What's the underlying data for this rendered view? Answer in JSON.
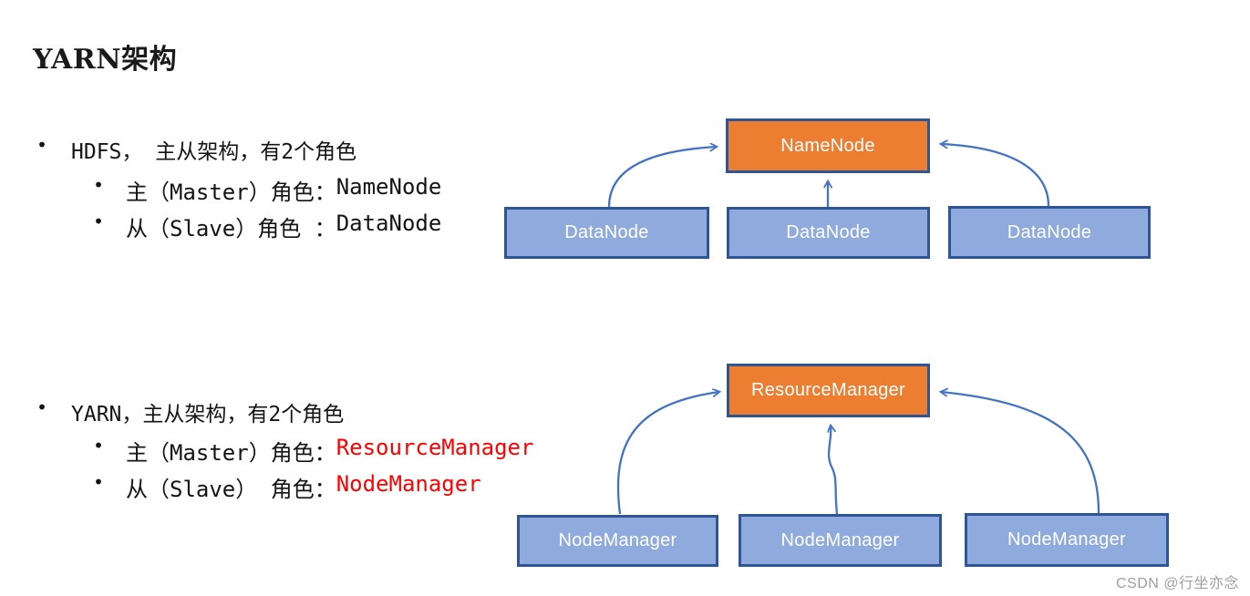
{
  "title": "YARN架构",
  "bullet_char": "•",
  "bullets": [
    {
      "text": "HDFS， 主从架构，有2个角色",
      "children": [
        {
          "prefix": "主（Master）角色：",
          "value": "NameNode",
          "value_style": "color:#141414"
        },
        {
          "prefix": "从（Slave）角色 ：",
          "value": "DataNode",
          "value_style": "color:#141414"
        }
      ]
    },
    {
      "text": "YARN，主从架构，有2个角色",
      "children": [
        {
          "prefix": "主（Master）角色：",
          "value": "ResourceManager",
          "value_style": "color:#FF0000"
        },
        {
          "prefix": "从（Slave） 角色：",
          "value": "NodeManager",
          "value_style": "color:#FF0000"
        }
      ]
    }
  ],
  "diagrams": [
    {
      "master": "NameNode",
      "slaves": [
        "DataNode",
        "DataNode",
        "DataNode"
      ]
    },
    {
      "master": "ResourceManager",
      "slaves": [
        "NodeManager",
        "NodeManager",
        "NodeManager"
      ]
    }
  ],
  "watermark": "CSDN @行坐亦念",
  "colors": {
    "master_fill": "#ED7D31",
    "slave_fill": "#8FAADC",
    "box_border": "#2F5597",
    "arrow": "#4472C4",
    "highlight_red": "#FF0000",
    "watermark_gray": "#9e9e9e"
  }
}
